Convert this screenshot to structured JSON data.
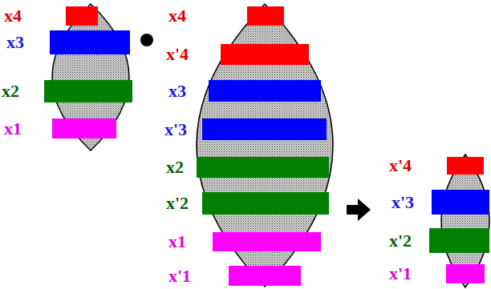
{
  "diagram": {
    "nodes": [
      {
        "text": [
          "x4"
        ]
      },
      {
        "text": [
          "x3"
        ]
      },
      {
        "text": [
          "x2"
        ]
      },
      {
        "text": [
          "x1"
        ]
      },
      {
        "text": [
          "x4"
        ]
      },
      {
        "text": [
          "x'4"
        ]
      },
      {
        "text": [
          "x3"
        ]
      },
      {
        "text": [
          "x'3"
        ]
      },
      {
        "text": [
          "x2"
        ]
      },
      {
        "text": [
          "x'2"
        ]
      },
      {
        "text": [
          "x1"
        ]
      },
      {
        "text": [
          "x'1"
        ]
      },
      {
        "text": [
          "x'4"
        ]
      },
      {
        "text": [
          "x'3"
        ]
      },
      {
        "text": [
          "x'2"
        ]
      },
      {
        "text": [
          "x'1"
        ]
      }
    ]
  }
}
